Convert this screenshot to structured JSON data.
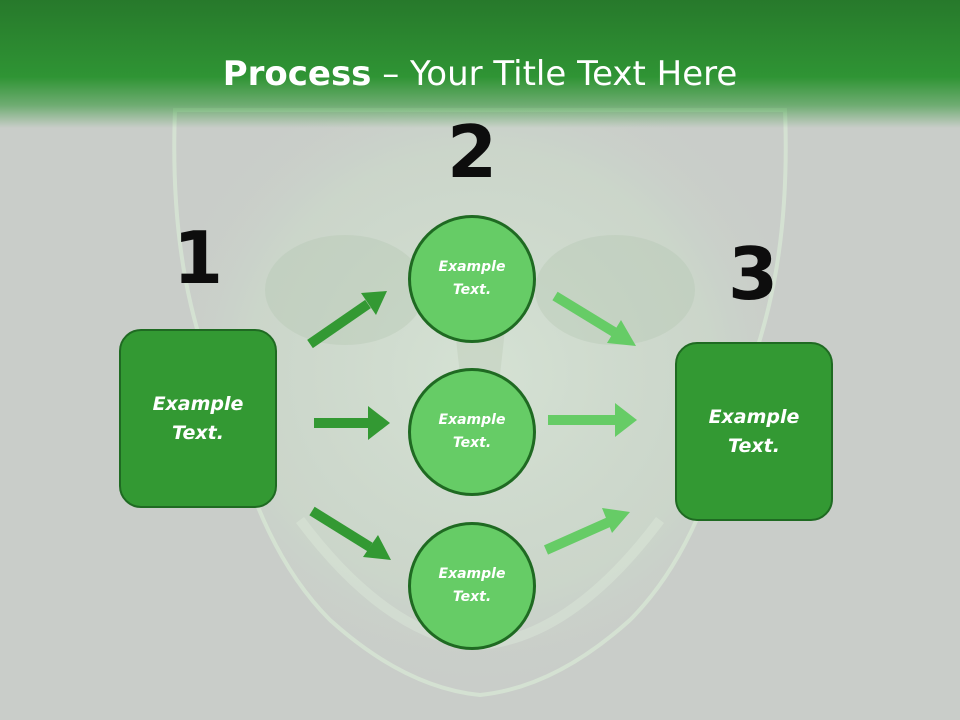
{
  "title": {
    "bold": "Process",
    "rest": " – Your Title Text Here"
  },
  "steps": [
    {
      "number": "1",
      "box_text": "Example Text."
    },
    {
      "number": "2",
      "circles": [
        "Example Text.",
        "Example Text.",
        "Example Text."
      ]
    },
    {
      "number": "3",
      "box_text": "Example Text."
    }
  ],
  "colors": {
    "header": "#2f9434",
    "box_fill": "#339933",
    "circle_fill": "#66cc66",
    "outline": "#1f6a22",
    "arrow_dark": "#339933",
    "arrow_light": "#66cc66"
  }
}
